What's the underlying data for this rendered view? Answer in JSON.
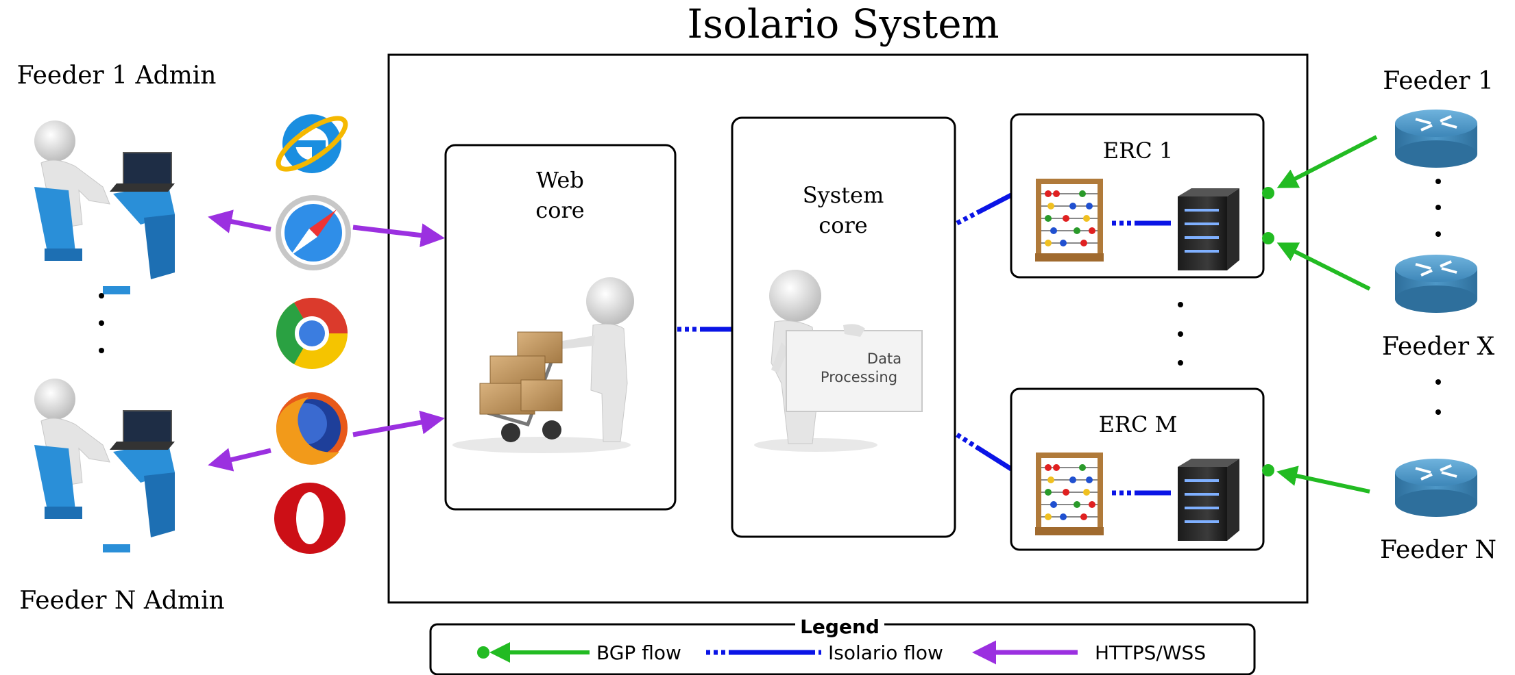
{
  "title": "Isolario System",
  "admins": {
    "top": "Feeder 1 Admin",
    "bottom": "Feeder N Admin"
  },
  "browsers": [
    "internet-explorer-icon",
    "safari-icon",
    "chrome-icon",
    "firefox-icon",
    "opera-icon"
  ],
  "web_core": {
    "line1": "Web",
    "line2": "core"
  },
  "system_core": {
    "line1": "System",
    "line2": "core",
    "sign_line1": "Data",
    "sign_line2": "Processing"
  },
  "ercs": {
    "top": "ERC 1",
    "bottom": "ERC M"
  },
  "feeders": {
    "top": "Feeder 1",
    "middle": "Feeder X",
    "bottom": "Feeder N"
  },
  "legend": {
    "title": "Legend",
    "bgp": "BGP flow",
    "isolario": "Isolario flow",
    "https": "HTTPS/WSS"
  },
  "colors": {
    "bgp": "#22bb22",
    "isolario": "#0a14e6",
    "https": "#9b30e0",
    "admin_blue": "#2a8fd8",
    "router_blue": "#3f88b8"
  }
}
